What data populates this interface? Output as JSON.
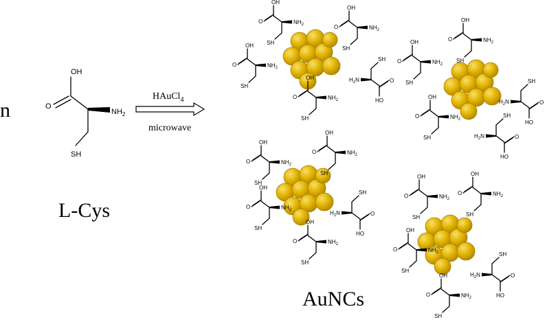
{
  "left_fragment": "n",
  "reactant_label": "L-Cys",
  "product_label": "AuNCs",
  "reagent": {
    "main": "HAuCl",
    "subscript": "4"
  },
  "condition": "microwave",
  "groups": {
    "carboxyl": "OH",
    "carboxyl_rev": "HO",
    "amine": "NH",
    "amine_rev": "H",
    "amine_sub": "2",
    "thiol": "SH",
    "carbonyl_o": "O"
  },
  "colors": {
    "gold_fill": "#e1b300",
    "gold_dark": "#a67f00",
    "gold_highlight": "#f7dc5c",
    "ink": "#000000"
  }
}
